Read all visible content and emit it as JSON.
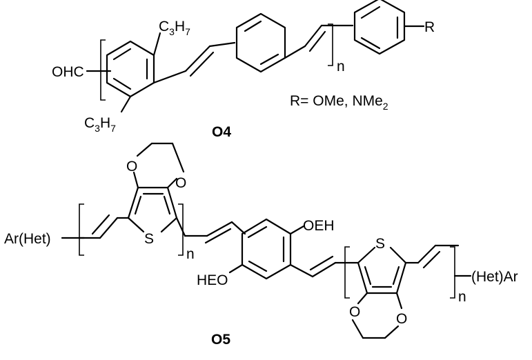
{
  "compound_o4": {
    "caption": "O4",
    "end_group": "OHC",
    "substituent_top": {
      "main": "C",
      "n1": "3",
      "mid": "H",
      "n2": "7"
    },
    "substituent_bottom": {
      "main": "C",
      "n1": "3",
      "mid": "H",
      "n2": "7"
    },
    "repeat_index": "n",
    "r_label": "R",
    "r_definition": {
      "text": "R= OMe, NMe",
      "subscript": "2"
    }
  },
  "compound_o5": {
    "caption": "O5",
    "left_end": "Ar(Het)",
    "right_end": "(Het)Ar",
    "repeat_index_left": "n",
    "repeat_index_right": "n",
    "sulfur_label": "S",
    "oxygen_label": "O",
    "alkoxy_top": "OEH",
    "alkoxy_bottom": "HEO"
  }
}
